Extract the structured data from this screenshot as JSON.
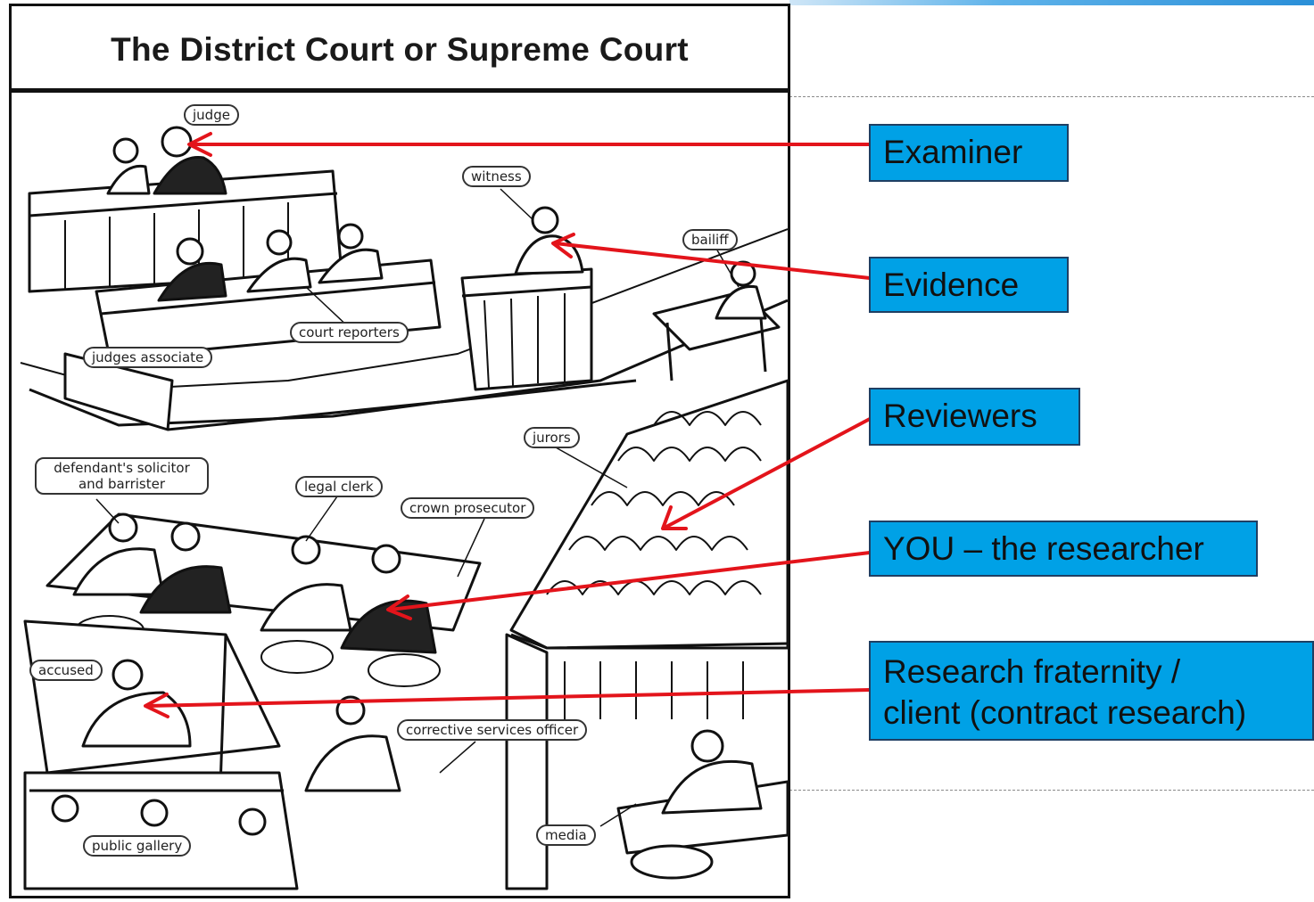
{
  "title": "The District Court or Supreme Court",
  "colors": {
    "role_box": "#00a1e6",
    "arrow": "#e3141b",
    "title_band": "#ffffff"
  },
  "scene_labels": {
    "judge": "judge",
    "witness": "witness",
    "bailiff": "bailiff",
    "court_reporters": "court reporters",
    "judges_associate": "judges associate",
    "jurors": "jurors",
    "defendants_solicitor_line1": "defendant's solicitor",
    "defendants_solicitor_line2": "and barrister",
    "legal_clerk": "legal clerk",
    "crown_prosecutor": "crown prosecutor",
    "accused": "accused",
    "corrective_services_officer": "corrective services officer",
    "media": "media",
    "public_gallery": "public gallery"
  },
  "roles": [
    {
      "id": "examiner",
      "label": "Examiner",
      "points_to": "judge"
    },
    {
      "id": "evidence",
      "label": "Evidence",
      "points_to": "witness"
    },
    {
      "id": "reviewers",
      "label": "Reviewers",
      "points_to": "jurors"
    },
    {
      "id": "you",
      "label": "YOU – the researcher",
      "points_to": "crown prosecutor"
    },
    {
      "id": "fraternity",
      "label_line1": "Research fraternity /",
      "label_line2": "client (contract research)",
      "points_to": "accused"
    }
  ]
}
